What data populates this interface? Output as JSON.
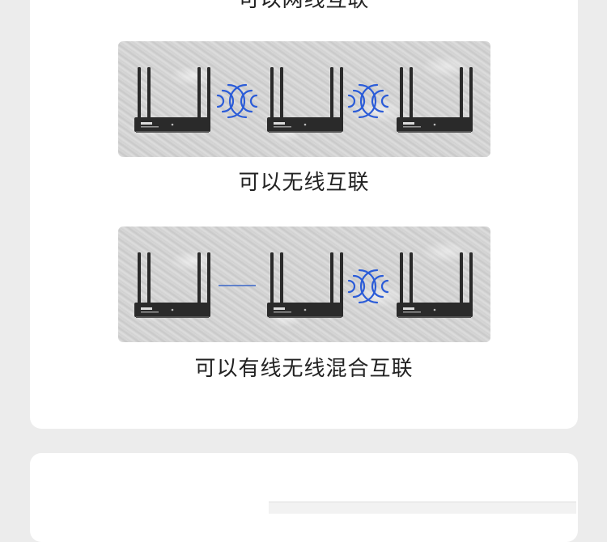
{
  "captions": {
    "top_partial": "可以网线互联",
    "wireless": "可以无线互联",
    "mixed": "可以有线无线混合互联"
  },
  "diagrams": {
    "wireless": {
      "links": [
        "wireless",
        "wireless"
      ]
    },
    "mixed": {
      "links": [
        "wired",
        "wireless"
      ]
    }
  },
  "colors": {
    "signal": "#2b5cd8",
    "wire": "#3a66c8",
    "router_body": "#2a2a2a",
    "background": "#ececec",
    "card": "#ffffff"
  },
  "icons": {
    "router": "router-icon",
    "wireless": "wireless-signal-icon",
    "wired": "ethernet-cable-icon"
  }
}
